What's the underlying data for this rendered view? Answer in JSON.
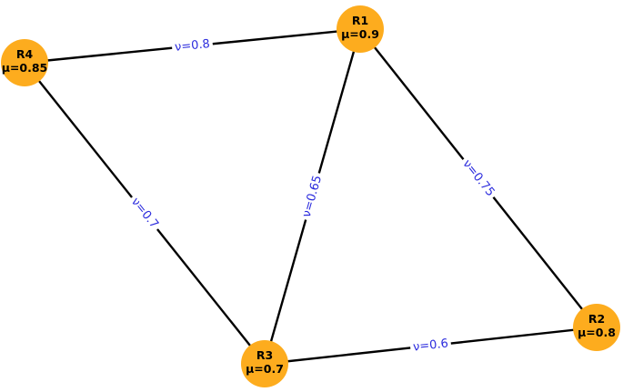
{
  "colors": {
    "node_fill": "#fdac1e",
    "edge_stroke": "#000000",
    "edge_label": "#2b2bdd"
  },
  "nodes": [
    {
      "id": "R1",
      "label": "R1",
      "value_label": "μ=0.9"
    },
    {
      "id": "R2",
      "label": "R2",
      "value_label": "μ=0.8"
    },
    {
      "id": "R3",
      "label": "R3",
      "value_label": "μ=0.7"
    },
    {
      "id": "R4",
      "label": "R4",
      "value_label": "μ=0.85"
    }
  ],
  "edges": [
    {
      "source": "R4",
      "target": "R1",
      "label": "ν=0.8"
    },
    {
      "source": "R1",
      "target": "R3",
      "label": "ν=0.65"
    },
    {
      "source": "R1",
      "target": "R2",
      "label": "ν=0.75"
    },
    {
      "source": "R4",
      "target": "R3",
      "label": "ν=0.7"
    },
    {
      "source": "R3",
      "target": "R2",
      "label": "ν=0.6"
    }
  ]
}
